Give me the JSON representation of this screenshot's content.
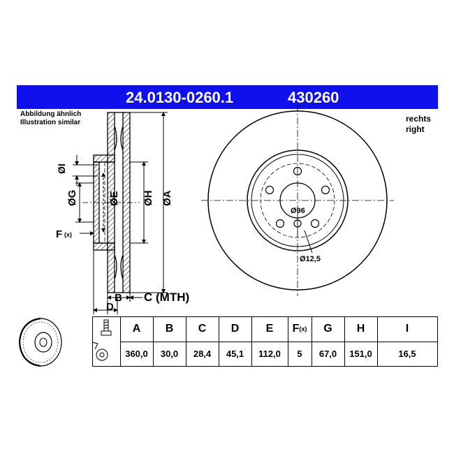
{
  "header": {
    "part_number": "24.0130-0260.1",
    "ref_number": "430260"
  },
  "illustration_note": [
    "Abbildung ähnlich",
    "Illustration similar"
  ],
  "side_label": [
    "rechts",
    "right"
  ],
  "dimension_labels": {
    "I": "ØI",
    "G": "ØG",
    "E": "ØE",
    "H": "ØH",
    "A": "ØA",
    "F": "F",
    "F_sub": "(x)",
    "B": "B",
    "C": "C (MTH)",
    "D": "D"
  },
  "front_view_labels": {
    "center_bore": "Ø96",
    "bolt_hole": "Ø12,5"
  },
  "spec_table": {
    "headers": [
      "A",
      "B",
      "C",
      "D",
      "E",
      "F",
      "G",
      "H",
      "I"
    ],
    "f_sub": "(x)",
    "values": [
      "360,0",
      "30,0",
      "28,4",
      "45,1",
      "112,0",
      "5",
      "67,0",
      "151,0",
      "16,5"
    ]
  },
  "colors": {
    "banner": "#1010ee",
    "banner_text": "#ffffff",
    "line": "#000000"
  }
}
